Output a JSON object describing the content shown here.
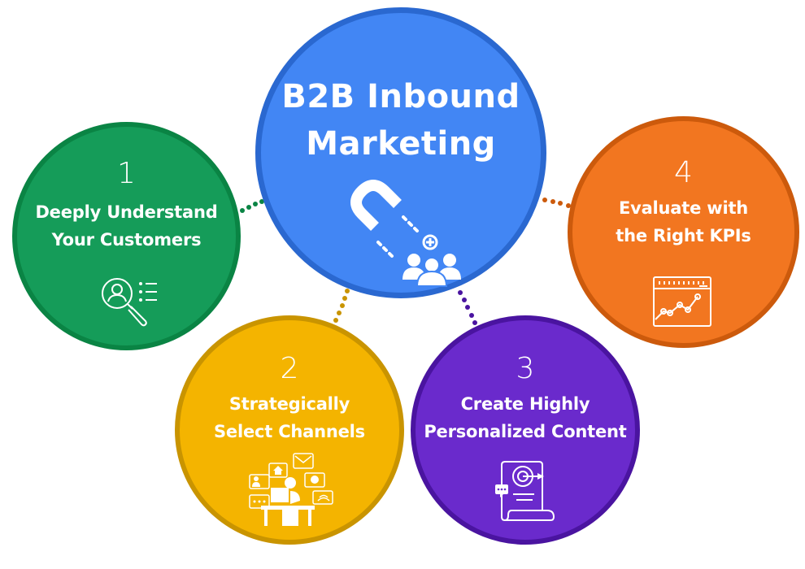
{
  "diagram": {
    "title": {
      "line1": "B2B Inbound",
      "line2": "Marketing",
      "icon": "magnet-attracting-people-icon",
      "color": "#4286f4"
    },
    "steps": [
      {
        "number": "1",
        "line1": "Deeply Understand",
        "line2": "Your Customers",
        "icon": "customer-search-list-icon",
        "color": "#159c59"
      },
      {
        "number": "2",
        "line1": "Strategically",
        "line2": "Select Channels",
        "icon": "multichannel-workstation-icon",
        "color": "#f4b400"
      },
      {
        "number": "3",
        "line1": "Create Highly",
        "line2": "Personalized Content",
        "icon": "targeted-content-document-icon",
        "color": "#6a2acc"
      },
      {
        "number": "4",
        "line1": "Evaluate with",
        "line2": "the Right KPIs",
        "icon": "kpi-line-chart-icon",
        "color": "#f27620"
      }
    ]
  }
}
